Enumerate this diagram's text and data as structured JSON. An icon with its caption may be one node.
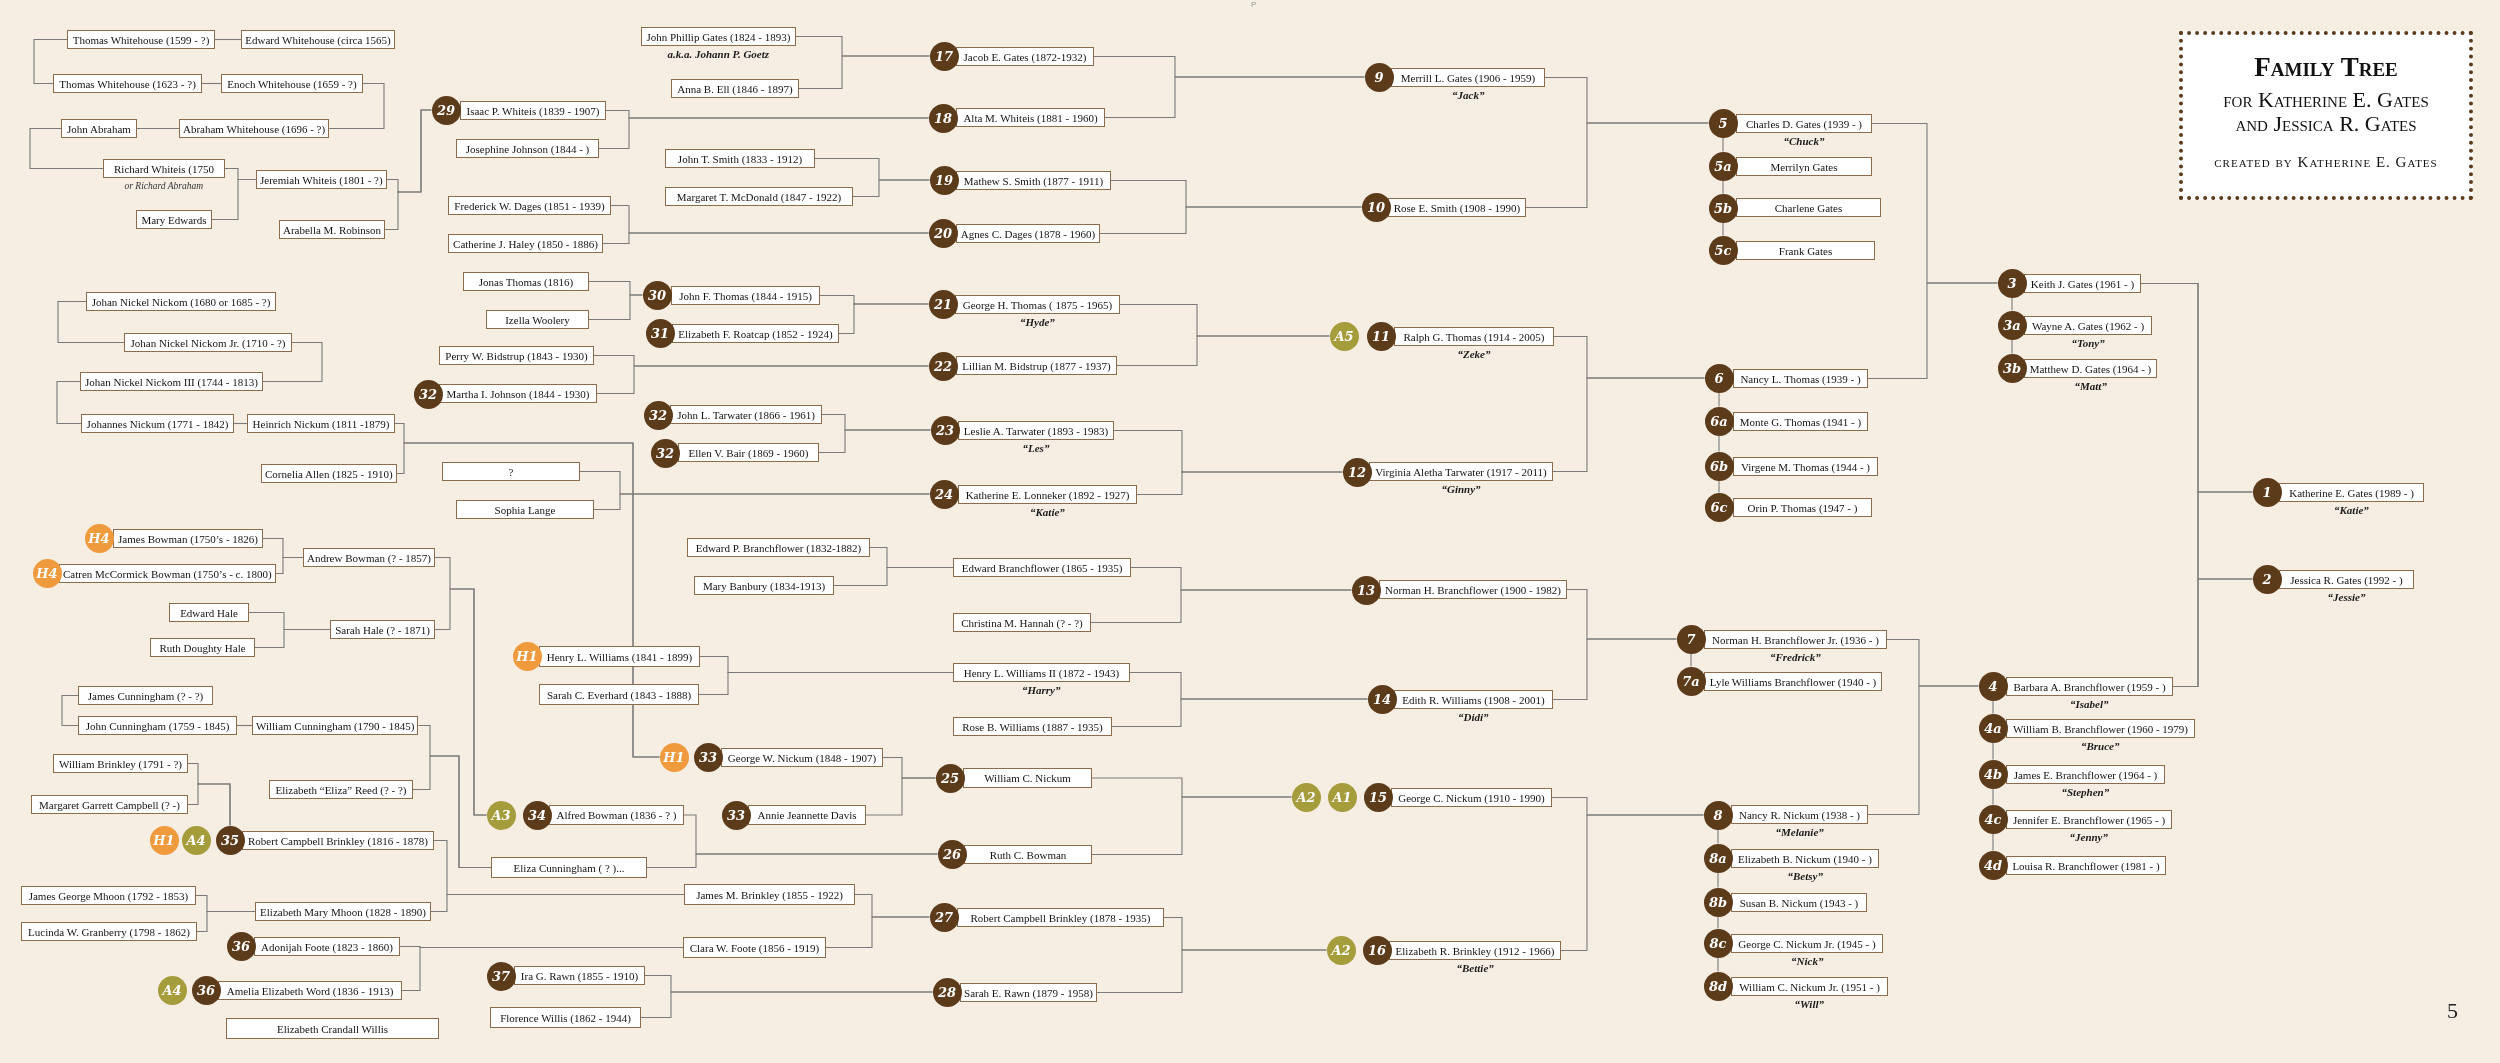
{
  "diagram": {
    "title": "Family Tree",
    "nodes": [
      {
        "text": [
          "Thomas Whitehouse (1599 - ?)"
        ]
      },
      {
        "text": [
          "Edward Whitehouse (circa 1565)"
        ]
      },
      {
        "text": [
          "Thomas Whitehouse (1623 - ?)"
        ]
      },
      {
        "text": [
          "Enoch Whitehouse (1659 - ?)"
        ]
      },
      {
        "text": [
          "John Abraham"
        ]
      },
      {
        "text": [
          "Abraham Whitehouse (1696 - ?)"
        ]
      },
      {
        "text": [
          "Richard Whiteis (1750"
        ],
        "beside": [
          "or Richard Abraham"
        ]
      },
      {
        "text": [
          "Mary Edwards"
        ]
      },
      {
        "text": [
          "Jeremiah Whiteis (1801 - ?)"
        ]
      },
      {
        "text": [
          "Arabella M. Robinson"
        ]
      },
      {
        "text": [
          "29"
        ]
      },
      {
        "text": [
          "Isaac P. Whiteis (1839 - 1907)"
        ]
      },
      {
        "text": [
          "Josephine Johnson (1844 - )"
        ]
      },
      {
        "text": [
          "Frederick W. Dages (1851 - 1939)"
        ]
      },
      {
        "text": [
          "Catherine J. Haley (1850 - 1886)"
        ]
      },
      {
        "text": [
          "John Phillip Gates (1824 - 1893)"
        ],
        "beside": [
          "a.k.a. Johann P. Goetz"
        ]
      },
      {
        "text": [
          "Anna B. Ell (1846 - 1897)"
        ]
      },
      {
        "text": [
          "John T. Smith (1833 - 1912)"
        ]
      },
      {
        "text": [
          "Margaret T. McDonald (1847 - 1922)"
        ]
      },
      {
        "text": [
          "Johan Nickel Nickom (1680 or 1685 - ?)"
        ]
      },
      {
        "text": [
          "Johan Nickel Nickom Jr. (1710 - ?)"
        ]
      },
      {
        "text": [
          "Johan Nickel Nickom III (1744 - 1813)"
        ]
      },
      {
        "text": [
          "Johannes Nickum (1771 - 1842)"
        ]
      },
      {
        "text": [
          "Heinrich Nickum (1811 -1879)"
        ]
      },
      {
        "text": [
          "Cornelia Allen (1825 - 1910)"
        ]
      },
      {
        "text": [
          "Jonas Thomas (1816)"
        ]
      },
      {
        "text": [
          "Izella Woolery"
        ]
      },
      {
        "text": [
          "Perry W. Bidstrup (1843 - 1930)"
        ]
      },
      {
        "text": [
          "32"
        ]
      },
      {
        "text": [
          "Martha I. Johnson (1844 - 1930)"
        ]
      },
      {
        "text": [
          "30"
        ]
      },
      {
        "text": [
          "John F. Thomas (1844 - 1915)"
        ]
      },
      {
        "text": [
          "31"
        ]
      },
      {
        "text": [
          "Elizabeth F. Roatcap (1852 - 1924)"
        ]
      },
      {
        "text": [
          "32"
        ]
      },
      {
        "text": [
          "John L. Tarwater (1866 - 1961)"
        ]
      },
      {
        "text": [
          "32"
        ]
      },
      {
        "text": [
          "Ellen V. Bair (1869 - 1960)"
        ]
      },
      {
        "text": [
          "?"
        ]
      },
      {
        "text": [
          "Sophia Lange"
        ]
      },
      {
        "text": [
          "H4"
        ]
      },
      {
        "text": [
          "James Bowman (1750’s - 1826)"
        ]
      },
      {
        "text": [
          "H4"
        ]
      },
      {
        "text": [
          "Catren McCormick Bowman (1750’s - c. 1800)"
        ]
      },
      {
        "text": [
          "Andrew Bowman (? - 1857)"
        ]
      },
      {
        "text": [
          "Edward Hale"
        ]
      },
      {
        "text": [
          "Ruth Doughty Hale"
        ]
      },
      {
        "text": [
          "Sarah Hale (? - 1871)"
        ]
      },
      {
        "text": [
          "James Cunningham (? - ?)"
        ]
      },
      {
        "text": [
          "John Cunningham (1759 - 1845)"
        ]
      },
      {
        "text": [
          "William Cunningham (1790 - 1845)"
        ]
      },
      {
        "text": [
          "William Brinkley (1791 - ?)"
        ]
      },
      {
        "text": [
          "Margaret Garrett Campbell (? -)"
        ]
      },
      {
        "text": [
          "Elizabeth “Eliza” Reed (? - ?)"
        ]
      },
      {
        "text": [
          "H1"
        ]
      },
      {
        "text": [
          "A4"
        ]
      },
      {
        "text": [
          "35"
        ]
      },
      {
        "text": [
          "Robert Campbell Brinkley (1816 - 1878)"
        ]
      },
      {
        "text": [
          "James George Mhoon (1792 - 1853)"
        ]
      },
      {
        "text": [
          "Lucinda W. Granberry (1798 - 1862)"
        ]
      },
      {
        "text": [
          "Elizabeth Mary Mhoon (1828 - 1890)"
        ]
      },
      {
        "text": [
          "36"
        ]
      },
      {
        "text": [
          "Adonijah Foote (1823 - 1860)"
        ]
      },
      {
        "text": [
          "A4"
        ]
      },
      {
        "text": [
          "36"
        ]
      },
      {
        "text": [
          "Amelia Elizabeth Word (1836 - 1913)"
        ]
      },
      {
        "text": [
          "Elizabeth Crandall Willis"
        ]
      },
      {
        "text": [
          "Edward P. Branchflower (1832-1882)"
        ]
      },
      {
        "text": [
          "Mary Banbury (1834-1913)"
        ]
      },
      {
        "text": [
          "H1"
        ]
      },
      {
        "text": [
          "Henry L. Williams (1841 - 1899)"
        ]
      },
      {
        "text": [
          "Sarah C. Everhard (1843 - 1888)"
        ]
      },
      {
        "text": [
          "H1"
        ]
      },
      {
        "text": [
          "33"
        ]
      },
      {
        "text": [
          "George W. Nickum (1848 - 1907)"
        ]
      },
      {
        "text": [
          "A3"
        ]
      },
      {
        "text": [
          "34"
        ]
      },
      {
        "text": [
          "Alfred Bowman (1836 - ? )"
        ]
      },
      {
        "text": [
          "33"
        ]
      },
      {
        "text": [
          "Annie Jeannette Davis"
        ]
      },
      {
        "text": [
          "Eliza Cunningham ( ? )..."
        ]
      },
      {
        "text": [
          "James M. Brinkley (1855 - 1922)"
        ]
      },
      {
        "text": [
          "Clara W. Foote (1856 - 1919)"
        ]
      },
      {
        "text": [
          "37"
        ]
      },
      {
        "text": [
          "Ira G. Rawn (1855 - 1910)"
        ]
      },
      {
        "text": [
          "Florence Willis (1862 - 1944)"
        ]
      },
      {
        "text": [
          "17"
        ]
      },
      {
        "text": [
          "Jacob E. Gates (1872-1932)"
        ]
      },
      {
        "text": [
          "18"
        ]
      },
      {
        "text": [
          "Alta M. Whiteis (1881 - 1960)"
        ]
      },
      {
        "text": [
          "19"
        ]
      },
      {
        "text": [
          "Mathew S. Smith (1877 - 1911)"
        ]
      },
      {
        "text": [
          "20"
        ]
      },
      {
        "text": [
          "Agnes C. Dages (1878 - 1960)"
        ]
      },
      {
        "text": [
          "21"
        ]
      },
      {
        "text": [
          "George H. Thomas ( 1875 - 1965)"
        ],
        "beside": [
          "“Hyde”"
        ]
      },
      {
        "text": [
          "22"
        ]
      },
      {
        "text": [
          "Lillian M. Bidstrup (1877 - 1937)"
        ]
      },
      {
        "text": [
          "23"
        ]
      },
      {
        "text": [
          "Leslie A. Tarwater (1893 - 1983)"
        ],
        "beside": [
          "“Les”"
        ]
      },
      {
        "text": [
          "24"
        ]
      },
      {
        "text": [
          "Katherine E. Lonneker (1892 - 1927)"
        ],
        "beside": [
          "“Katie”"
        ]
      },
      {
        "text": [
          "Edward Branchflower (1865 - 1935)"
        ]
      },
      {
        "text": [
          "Christina M. Hannah (? - ?)"
        ]
      },
      {
        "text": [
          "Henry L. Williams II (1872 - 1943)"
        ],
        "beside": [
          "“Harry”"
        ]
      },
      {
        "text": [
          "Rose B. Williams (1887 - 1935)"
        ]
      },
      {
        "text": [
          "25"
        ]
      },
      {
        "text": [
          "William C. Nickum"
        ]
      },
      {
        "text": [
          "26"
        ]
      },
      {
        "text": [
          "Ruth C. Bowman"
        ]
      },
      {
        "text": [
          "27"
        ]
      },
      {
        "text": [
          "Robert Campbell Brinkley (1878 - 1935)"
        ]
      },
      {
        "text": [
          "28"
        ]
      },
      {
        "text": [
          "Sarah E. Rawn (1879 - 1958)"
        ]
      },
      {
        "text": [
          "9"
        ]
      },
      {
        "text": [
          "Merrill L. Gates (1906 - 1959)"
        ],
        "beside": [
          "“Jack”"
        ]
      },
      {
        "text": [
          "10"
        ]
      },
      {
        "text": [
          "Rose E. Smith (1908 - 1990)"
        ]
      },
      {
        "text": [
          "A5"
        ]
      },
      {
        "text": [
          "11"
        ]
      },
      {
        "text": [
          "Ralph G. Thomas (1914 - 2005)"
        ],
        "beside": [
          "“Zeke”"
        ]
      },
      {
        "text": [
          "12"
        ]
      },
      {
        "text": [
          "Virginia Aletha Tarwater (1917 - 2011)"
        ],
        "beside": [
          "“Ginny”"
        ]
      },
      {
        "text": [
          "13"
        ]
      },
      {
        "text": [
          "Norman H. Branchflower (1900 - 1982)"
        ]
      },
      {
        "text": [
          "14"
        ]
      },
      {
        "text": [
          "Edith R. Williams (1908 - 2001)"
        ],
        "beside": [
          "“Didi”"
        ]
      },
      {
        "text": [
          "A2"
        ]
      },
      {
        "text": [
          "A1"
        ]
      },
      {
        "text": [
          "15"
        ]
      },
      {
        "text": [
          "George C. Nickum (1910 - 1990)"
        ]
      },
      {
        "text": [
          "A2"
        ]
      },
      {
        "text": [
          "16"
        ]
      },
      {
        "text": [
          "Elizabeth R. Brinkley (1912 - 1966)"
        ],
        "beside": [
          "“Bettie”"
        ]
      },
      {
        "text": [
          "5"
        ]
      },
      {
        "text": [
          "Charles D. Gates (1939 - )"
        ],
        "beside": [
          "“Chuck”"
        ]
      },
      {
        "text": [
          "5a"
        ]
      },
      {
        "text": [
          "Merrilyn Gates"
        ]
      },
      {
        "text": [
          "5b"
        ]
      },
      {
        "text": [
          "Charlene Gates"
        ]
      },
      {
        "text": [
          "5c"
        ]
      },
      {
        "text": [
          "Frank Gates"
        ]
      },
      {
        "text": [
          "6"
        ]
      },
      {
        "text": [
          "Nancy L. Thomas (1939 - )"
        ]
      },
      {
        "text": [
          "6a"
        ]
      },
      {
        "text": [
          "Monte G. Thomas (1941 - )"
        ]
      },
      {
        "text": [
          "6b"
        ]
      },
      {
        "text": [
          "Virgene M. Thomas (1944 - )"
        ]
      },
      {
        "text": [
          "6c"
        ]
      },
      {
        "text": [
          "Orin P. Thomas (1947 - )"
        ]
      },
      {
        "text": [
          "7"
        ]
      },
      {
        "text": [
          "Norman H. Branchflower Jr. (1936 - )"
        ],
        "beside": [
          "“Fredrick”"
        ]
      },
      {
        "text": [
          "7a"
        ]
      },
      {
        "text": [
          "Lyle Williams Branchflower (1940 - )"
        ]
      },
      {
        "text": [
          "8"
        ]
      },
      {
        "text": [
          "Nancy R. Nickum (1938 - )"
        ],
        "beside": [
          "“Melanie”"
        ]
      },
      {
        "text": [
          "8a"
        ]
      },
      {
        "text": [
          "Elizabeth B. Nickum (1940 - )"
        ],
        "beside": [
          "“Betsy”"
        ]
      },
      {
        "text": [
          "8b"
        ]
      },
      {
        "text": [
          "Susan B. Nickum (1943 - )"
        ]
      },
      {
        "text": [
          "8c"
        ]
      },
      {
        "text": [
          "George C. Nickum Jr. (1945 - )"
        ],
        "beside": [
          "“Nick”"
        ]
      },
      {
        "text": [
          "8d"
        ]
      },
      {
        "text": [
          "William C. Nickum Jr. (1951 - )"
        ],
        "beside": [
          "“Will”"
        ]
      },
      {
        "text": [
          "3"
        ]
      },
      {
        "text": [
          "Keith J. Gates (1961 - )"
        ]
      },
      {
        "text": [
          "3a"
        ]
      },
      {
        "text": [
          "Wayne A. Gates (1962 - )"
        ],
        "beside": [
          "“Tony”"
        ]
      },
      {
        "text": [
          "3b"
        ]
      },
      {
        "text": [
          "Matthew D. Gates (1964 - )"
        ],
        "beside": [
          "“Matt”"
        ]
      },
      {
        "text": [
          "4"
        ]
      },
      {
        "text": [
          "Barbara A. Branchflower (1959 - )"
        ],
        "beside": [
          "“Isabel”"
        ]
      },
      {
        "text": [
          "4a"
        ]
      },
      {
        "text": [
          "William B. Branchflower (1960 - 1979)"
        ],
        "beside": [
          "“Bruce”"
        ]
      },
      {
        "text": [
          "4b"
        ]
      },
      {
        "text": [
          "James E. Branchflower (1964 - )"
        ],
        "beside": [
          "“Stephen”"
        ]
      },
      {
        "text": [
          "4c"
        ]
      },
      {
        "text": [
          "Jennifer E. Branchflower (1965 - )"
        ],
        "beside": [
          "“Jenny”"
        ]
      },
      {
        "text": [
          "4d"
        ]
      },
      {
        "text": [
          "Louisa R. Branchflower (1981 - )"
        ]
      },
      {
        "text": [
          "1"
        ]
      },
      {
        "text": [
          "Katherine E. Gates (1989 - )"
        ],
        "beside": [
          "“Katie”"
        ]
      },
      {
        "text": [
          "2"
        ]
      },
      {
        "text": [
          "Jessica R. Gates (1992 - )"
        ],
        "beside": [
          "“Jessie”"
        ]
      }
    ],
    "edges": [
      {
        "from": 1,
        "to": 0,
        "arrow": "none"
      },
      {
        "from": 0,
        "to": 2,
        "arrow": "none"
      },
      {
        "from": 2,
        "to": 3,
        "arrow": "none"
      },
      {
        "from": 3,
        "to": 5,
        "arrow": "none"
      },
      {
        "from": 5,
        "to": 4,
        "arrow": "none"
      },
      {
        "from": 4,
        "to": 6,
        "arrow": "none"
      },
      {
        "from": 6,
        "to": 8,
        "arrow": "none"
      },
      {
        "from": 7,
        "to": 8,
        "arrow": "none"
      },
      {
        "from": 8,
        "to": 10,
        "arrow": "none"
      },
      {
        "from": 9,
        "to": 10,
        "arrow": "none"
      },
      {
        "from": 11,
        "to": 88,
        "arrow": "none"
      },
      {
        "from": 12,
        "to": 88,
        "arrow": "none"
      },
      {
        "from": 13,
        "to": 92,
        "arrow": "none"
      },
      {
        "from": 14,
        "to": 92,
        "arrow": "none"
      },
      {
        "from": 15,
        "to": 86,
        "arrow": "none"
      },
      {
        "from": 16,
        "to": 86,
        "arrow": "none"
      },
      {
        "from": 17,
        "to": 90,
        "arrow": "none"
      },
      {
        "from": 18,
        "to": 90,
        "arrow": "none"
      },
      {
        "from": 19,
        "to": 20,
        "arrow": "none"
      },
      {
        "from": 20,
        "to": 21,
        "arrow": "none"
      },
      {
        "from": 21,
        "to": 22,
        "arrow": "none"
      },
      {
        "from": 22,
        "to": 23,
        "arrow": "none"
      },
      {
        "from": 23,
        "to": 72,
        "arrow": "none"
      },
      {
        "from": 24,
        "to": 72,
        "arrow": "none"
      },
      {
        "from": 25,
        "to": 30,
        "arrow": "none"
      },
      {
        "from": 26,
        "to": 30,
        "arrow": "none"
      },
      {
        "from": 27,
        "to": 96,
        "arrow": "none"
      },
      {
        "from": 29,
        "to": 96,
        "arrow": "none"
      },
      {
        "from": 31,
        "to": 94,
        "arrow": "none"
      },
      {
        "from": 33,
        "to": 94,
        "arrow": "none"
      },
      {
        "from": 35,
        "to": 98,
        "arrow": "none"
      },
      {
        "from": 37,
        "to": 98,
        "arrow": "none"
      },
      {
        "from": 38,
        "to": 100,
        "arrow": "none"
      },
      {
        "from": 39,
        "to": 100,
        "arrow": "none"
      },
      {
        "from": 41,
        "to": 44,
        "arrow": "none"
      },
      {
        "from": 43,
        "to": 44,
        "arrow": "none"
      },
      {
        "from": 45,
        "to": 47,
        "arrow": "none"
      },
      {
        "from": 46,
        "to": 47,
        "arrow": "none"
      },
      {
        "from": 44,
        "to": 75,
        "arrow": "none"
      },
      {
        "from": 47,
        "to": 75,
        "arrow": "none"
      },
      {
        "from": 48,
        "to": 49,
        "arrow": "none"
      },
      {
        "from": 49,
        "to": 50,
        "arrow": "none"
      },
      {
        "from": 50,
        "to": 80,
        "arrow": "none"
      },
      {
        "from": 53,
        "to": 80,
        "arrow": "none"
      },
      {
        "from": 51,
        "to": 56,
        "arrow": "none"
      },
      {
        "from": 52,
        "to": 56,
        "arrow": "none"
      },
      {
        "from": 58,
        "to": 60,
        "arrow": "none"
      },
      {
        "from": 59,
        "to": 60,
        "arrow": "none"
      },
      {
        "from": 57,
        "to": 81,
        "arrow": "none"
      },
      {
        "from": 60,
        "to": 81,
        "arrow": "none"
      },
      {
        "from": 62,
        "to": 82,
        "arrow": "none"
      },
      {
        "from": 65,
        "to": 82,
        "arrow": "none"
      },
      {
        "from": 84,
        "to": 112,
        "arrow": "none"
      },
      {
        "from": 85,
        "to": 112,
        "arrow": "none"
      },
      {
        "from": 70,
        "to": 104,
        "arrow": "none"
      },
      {
        "from": 71,
        "to": 104,
        "arrow": "none"
      },
      {
        "from": 67,
        "to": 102,
        "arrow": "none"
      },
      {
        "from": 68,
        "to": 102,
        "arrow": "none"
      },
      {
        "from": 74,
        "to": 106,
        "arrow": "none"
      },
      {
        "from": 79,
        "to": 106,
        "arrow": "none"
      },
      {
        "from": 77,
        "to": 108,
        "arrow": "none"
      },
      {
        "from": 80,
        "to": 108,
        "arrow": "none"
      },
      {
        "from": 81,
        "to": 110,
        "arrow": "none"
      },
      {
        "from": 82,
        "to": 110,
        "arrow": "none"
      },
      {
        "from": 87,
        "to": 114,
        "arrow": "none"
      },
      {
        "from": 89,
        "to": 114,
        "arrow": "none"
      },
      {
        "from": 91,
        "to": 116,
        "arrow": "none"
      },
      {
        "from": 93,
        "to": 116,
        "arrow": "none"
      },
      {
        "from": 95,
        "to": 118,
        "arrow": "none"
      },
      {
        "from": 97,
        "to": 118,
        "arrow": "none"
      },
      {
        "from": 99,
        "to": 121,
        "arrow": "none"
      },
      {
        "from": 101,
        "to": 121,
        "arrow": "none"
      },
      {
        "from": 102,
        "to": 123,
        "arrow": "none"
      },
      {
        "from": 103,
        "to": 123,
        "arrow": "none"
      },
      {
        "from": 104,
        "to": 125,
        "arrow": "none"
      },
      {
        "from": 105,
        "to": 125,
        "arrow": "none"
      },
      {
        "from": 107,
        "to": 127,
        "arrow": "none"
      },
      {
        "from": 109,
        "to": 127,
        "arrow": "none"
      },
      {
        "from": 111,
        "to": 131,
        "arrow": "none"
      },
      {
        "from": 113,
        "to": 131,
        "arrow": "none"
      },
      {
        "from": 115,
        "to": 134,
        "arrow": "none"
      },
      {
        "from": 117,
        "to": 134,
        "arrow": "none"
      },
      {
        "from": 120,
        "to": 142,
        "arrow": "none"
      },
      {
        "from": 122,
        "to": 142,
        "arrow": "none"
      },
      {
        "from": 124,
        "to": 150,
        "arrow": "none"
      },
      {
        "from": 126,
        "to": 150,
        "arrow": "none"
      },
      {
        "from": 130,
        "to": 154,
        "arrow": "none"
      },
      {
        "from": 133,
        "to": 154,
        "arrow": "none"
      },
      {
        "from": 135,
        "to": 164,
        "arrow": "none"
      },
      {
        "from": 143,
        "to": 164,
        "arrow": "none"
      },
      {
        "from": 151,
        "to": 170,
        "arrow": "none"
      },
      {
        "from": 155,
        "to": 170,
        "arrow": "none"
      },
      {
        "from": 165,
        "to": 180,
        "arrow": "none"
      },
      {
        "from": 171,
        "to": 180,
        "arrow": "none"
      },
      {
        "from": 165,
        "to": 182,
        "arrow": "none"
      },
      {
        "from": 171,
        "to": 182,
        "arrow": "none"
      },
      {
        "from": 134,
        "to": 136,
        "arrow": "none"
      },
      {
        "from": 136,
        "to": 138,
        "arrow": "none"
      },
      {
        "from": 138,
        "to": 140,
        "arrow": "none"
      },
      {
        "from": 142,
        "to": 144,
        "arrow": "none"
      },
      {
        "from": 144,
        "to": 146,
        "arrow": "none"
      },
      {
        "from": 146,
        "to": 148,
        "arrow": "none"
      },
      {
        "from": 150,
        "to": 152,
        "arrow": "none"
      },
      {
        "from": 154,
        "to": 156,
        "arrow": "none"
      },
      {
        "from": 156,
        "to": 158,
        "arrow": "none"
      },
      {
        "from": 158,
        "to": 160,
        "arrow": "none"
      },
      {
        "from": 160,
        "to": 162,
        "arrow": "none"
      },
      {
        "from": 164,
        "to": 166,
        "arrow": "none"
      },
      {
        "from": 166,
        "to": 168,
        "arrow": "none"
      },
      {
        "from": 170,
        "to": 172,
        "arrow": "none"
      },
      {
        "from": 172,
        "to": 174,
        "arrow": "none"
      },
      {
        "from": 174,
        "to": 176,
        "arrow": "none"
      },
      {
        "from": 176,
        "to": 178,
        "arrow": "none"
      }
    ],
    "labels": [
      "P",
      "for Katherine E. Gates and Jessica R. Gates",
      "created by Katherine E. Gates",
      "5"
    ]
  }
}
